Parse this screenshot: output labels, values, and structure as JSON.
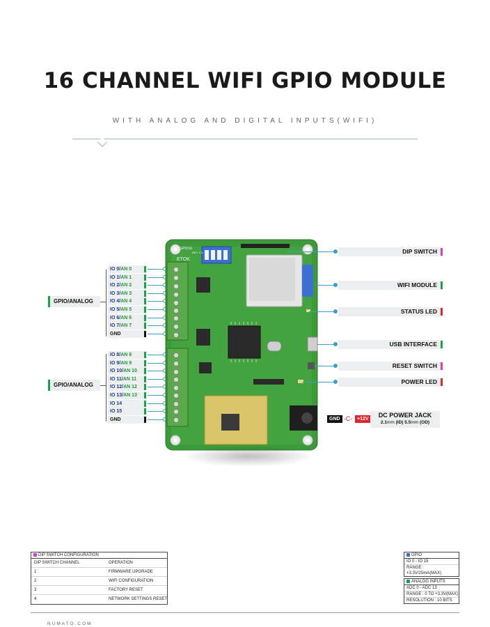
{
  "title": "16 CHANNEL WIFI GPIO MODULE",
  "subtitle": "WITH ANALOG AND DIGITAL INPUTS(WIFI)",
  "groups": [
    "GPIO/ANALOG",
    "GPIO/ANALOG"
  ],
  "pins_top": [
    {
      "io": "IO 0/",
      "an": "AN 0"
    },
    {
      "io": "IO 1/",
      "an": "AN 1"
    },
    {
      "io": "IO 2/",
      "an": "AN 2"
    },
    {
      "io": "IO 3/",
      "an": "AN 3"
    },
    {
      "io": "IO 4/",
      "an": "AN 4"
    },
    {
      "io": "IO 5/",
      "an": "AN 5"
    },
    {
      "io": "IO 6/",
      "an": "AN 6"
    },
    {
      "io": "IO 7/",
      "an": "AN 7"
    },
    {
      "io": "GND",
      "an": ""
    }
  ],
  "pins_bottom": [
    {
      "io": "IO 8/",
      "an": "AN 8"
    },
    {
      "io": "IO 9/",
      "an": "AN 9"
    },
    {
      "io": "IO 10/",
      "an": "AN 10"
    },
    {
      "io": "IO 11/",
      "an": "AN 11"
    },
    {
      "io": "IO 12/",
      "an": "AN 12"
    },
    {
      "io": "IO 13/",
      "an": "AN 13"
    },
    {
      "io": "IO 14",
      "an": ""
    },
    {
      "io": "IO 15",
      "an": ""
    },
    {
      "io": "GND",
      "an": ""
    }
  ],
  "right_labels": [
    {
      "label": "DIP SWITCH",
      "color": "#d63fc0"
    },
    {
      "label": "WIFI MODULE",
      "color": "#18a34a"
    },
    {
      "label": "STATUS LED",
      "color": "#e0262e"
    },
    {
      "label": "USB INTERFACE",
      "color": "#18a34a"
    },
    {
      "label": "RESET SWITCH",
      "color": "#d63fc0"
    },
    {
      "label": "POWER LED",
      "color": "#e0262e"
    }
  ],
  "dc_jack": {
    "gnd": "GND",
    "symbol": "-C-",
    "voltage": "+12V",
    "title": "DC POWER JACK",
    "spec_a": "2.1",
    "spec_a_unit": "mm",
    "spec_a_tag": "(ID)",
    "spec_b": "5.5",
    "spec_b_unit": "mm",
    "spec_b_tag": "(OD)"
  },
  "board_markings": {
    "top_left": "ETOK",
    "top_text": "GPIO16",
    "rev": "REV 1.0"
  },
  "dip_table": {
    "header": "DIP SWITCH CONFIGURATION",
    "columns": [
      "DIP SWITCH CHANNEL",
      "OPERATION"
    ],
    "rows": [
      [
        "1",
        "FIRMWARE UPGRADE"
      ],
      [
        "2",
        "WIFI CONFIGURATION"
      ],
      [
        "3",
        "FACTORY RESET"
      ],
      [
        "4",
        "NETWORK SETTINGS RESET"
      ]
    ]
  },
  "gpio_box": {
    "header": "GPIO",
    "lines": [
      "IO 0 - IO 15",
      "RANGE : +3.3V/25mA(MAX)"
    ]
  },
  "analog_box": {
    "header": "ANALOG INPUTS",
    "lines": [
      "ADC 0 - ADC 13",
      "RANGE : 0  TO +3.3V(MAX)",
      "RESOLUTION : 10 BITS"
    ]
  },
  "footer": "NUMATO.COM",
  "colors": {
    "accent_blue": "#3aa0c9",
    "green": "#18a34a",
    "pink": "#d63fc0",
    "red": "#e0262e",
    "board": "#3c9a3a"
  }
}
